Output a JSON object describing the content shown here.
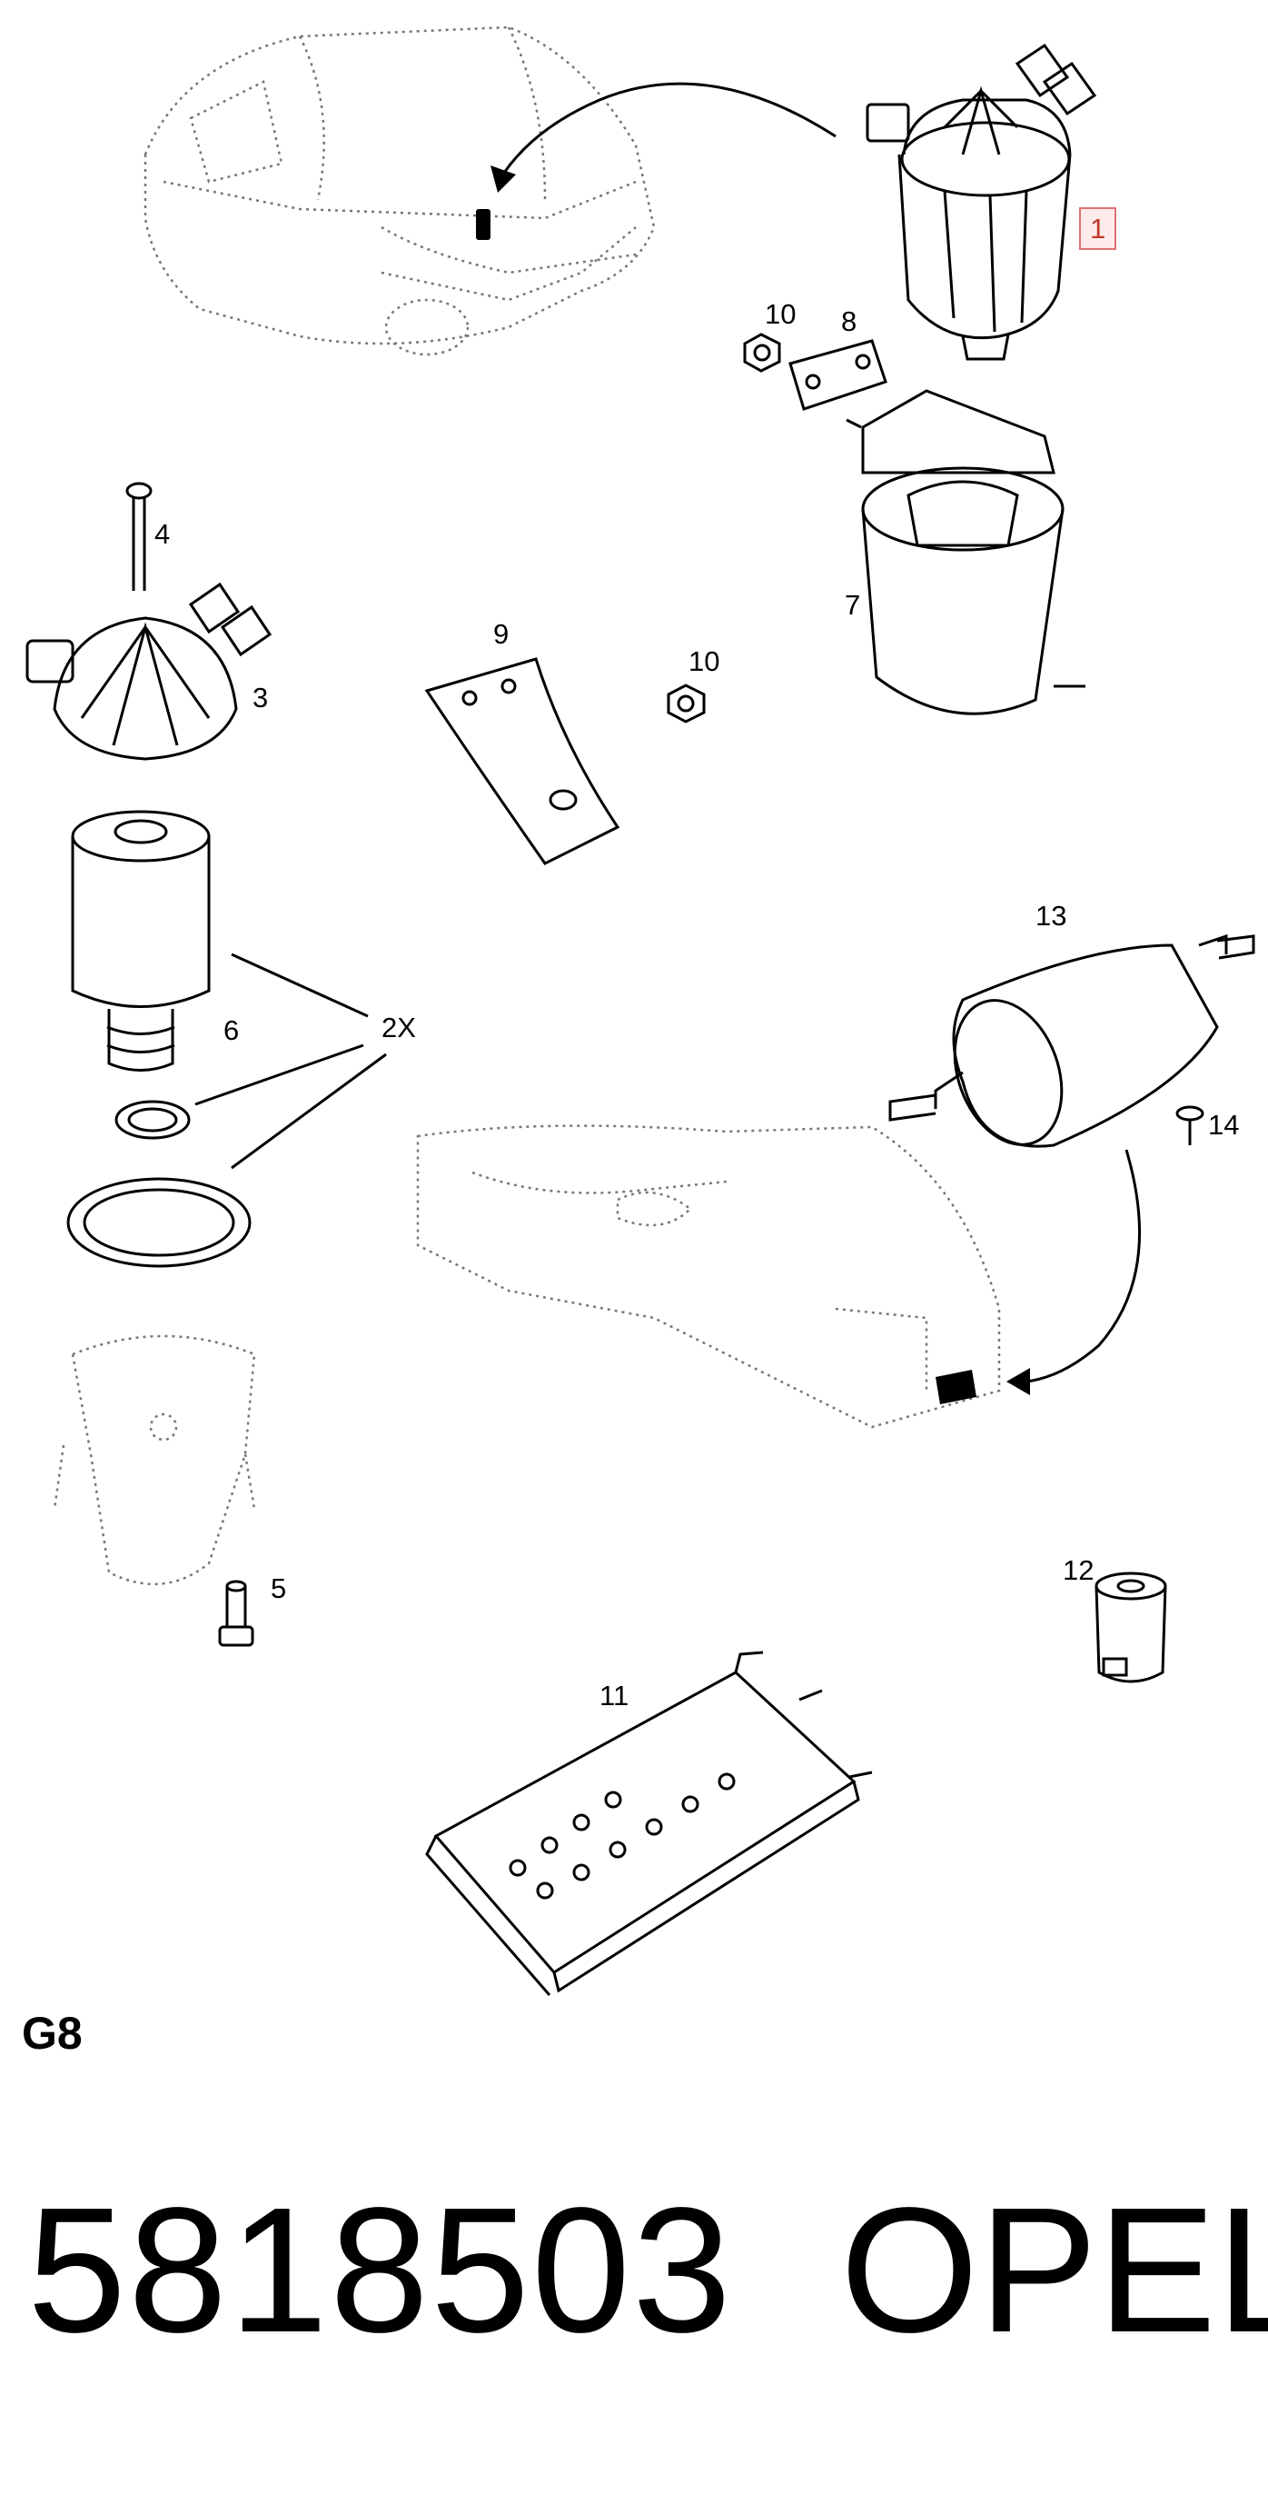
{
  "callouts": {
    "c1": "1",
    "c10a": "10",
    "c8": "8",
    "c4": "4",
    "c3": "3",
    "c7": "7",
    "c9": "9",
    "c10b": "10",
    "c6": "6",
    "c2x": "2X",
    "c13": "13",
    "c14": "14",
    "c5": "5",
    "c12": "12",
    "c11": "11"
  },
  "section_code": "G8",
  "part_number": "5818503",
  "brand": "OPEL",
  "colors": {
    "line": "#000000",
    "highlight": "#e07070",
    "dotted": "#888888"
  }
}
